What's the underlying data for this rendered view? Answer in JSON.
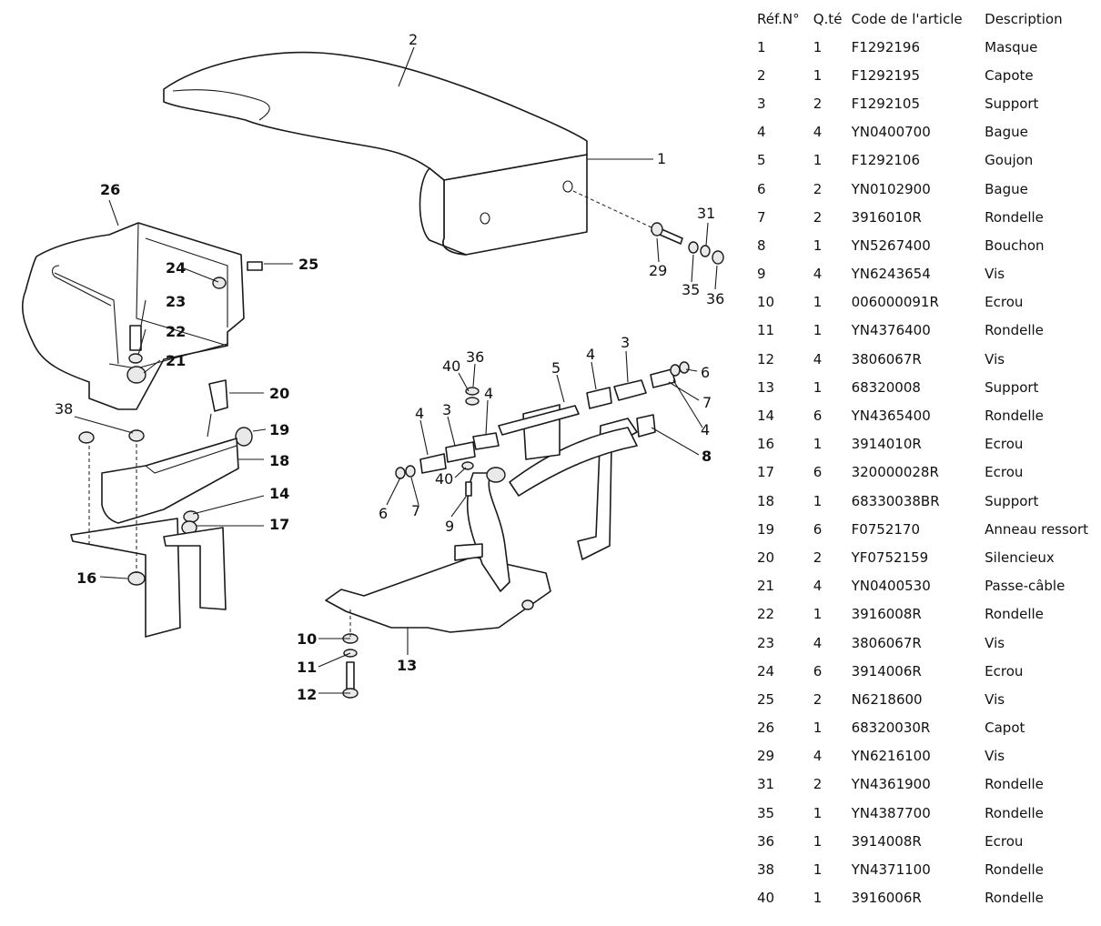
{
  "table": {
    "headers": {
      "ref": "Réf.N°",
      "qty": "Q.té",
      "code": "Code de l'article",
      "description": "Description"
    },
    "rows": [
      {
        "ref": "1",
        "qty": "1",
        "code": "F1292196",
        "description": "Masque"
      },
      {
        "ref": "2",
        "qty": "1",
        "code": "F1292195",
        "description": "Capote"
      },
      {
        "ref": "3",
        "qty": "2",
        "code": "F1292105",
        "description": "Support"
      },
      {
        "ref": "4",
        "qty": "4",
        "code": "YN0400700",
        "description": "Bague"
      },
      {
        "ref": "5",
        "qty": "1",
        "code": "F1292106",
        "description": "Goujon"
      },
      {
        "ref": "6",
        "qty": "2",
        "code": "YN0102900",
        "description": "Bague"
      },
      {
        "ref": "7",
        "qty": "2",
        "code": "3916010R",
        "description": "Rondelle"
      },
      {
        "ref": "8",
        "qty": "1",
        "code": "YN5267400",
        "description": "Bouchon"
      },
      {
        "ref": "9",
        "qty": "4",
        "code": "YN6243654",
        "description": "Vis"
      },
      {
        "ref": "10",
        "qty": "1",
        "code": "006000091R",
        "description": "Ecrou"
      },
      {
        "ref": "11",
        "qty": "1",
        "code": "YN4376400",
        "description": "Rondelle"
      },
      {
        "ref": "12",
        "qty": "4",
        "code": "3806067R",
        "description": "Vis"
      },
      {
        "ref": "13",
        "qty": "1",
        "code": "68320008",
        "description": "Support"
      },
      {
        "ref": "14",
        "qty": "6",
        "code": "YN4365400",
        "description": "Rondelle"
      },
      {
        "ref": "16",
        "qty": "1",
        "code": "3914010R",
        "description": "Ecrou"
      },
      {
        "ref": "17",
        "qty": "6",
        "code": "320000028R",
        "description": "Ecrou"
      },
      {
        "ref": "18",
        "qty": "1",
        "code": "68330038BR",
        "description": "Support"
      },
      {
        "ref": "19",
        "qty": "6",
        "code": "F0752170",
        "description": "Anneau ressort"
      },
      {
        "ref": "20",
        "qty": "2",
        "code": "YF0752159",
        "description": "Silencieux"
      },
      {
        "ref": "21",
        "qty": "4",
        "code": "YN0400530",
        "description": "Passe-câble"
      },
      {
        "ref": "22",
        "qty": "1",
        "code": "3916008R",
        "description": "Rondelle"
      },
      {
        "ref": "23",
        "qty": "4",
        "code": "3806067R",
        "description": "Vis"
      },
      {
        "ref": "24",
        "qty": "6",
        "code": "3914006R",
        "description": "Ecrou"
      },
      {
        "ref": "25",
        "qty": "2",
        "code": "N6218600",
        "description": "Vis"
      },
      {
        "ref": "26",
        "qty": "1",
        "code": "68320030R",
        "description": "Capot"
      },
      {
        "ref": "29",
        "qty": "4",
        "code": "YN6216100",
        "description": "Vis"
      },
      {
        "ref": "31",
        "qty": "2",
        "code": "YN4361900",
        "description": "Rondelle"
      },
      {
        "ref": "35",
        "qty": "1",
        "code": "YN4387700",
        "description": "Rondelle"
      },
      {
        "ref": "36",
        "qty": "1",
        "code": "3914008R",
        "description": "Ecrou"
      },
      {
        "ref": "38",
        "qty": "1",
        "code": "YN4371100",
        "description": "Rondelle"
      },
      {
        "ref": "40",
        "qty": "1",
        "code": "3916006R",
        "description": "Rondelle"
      }
    ]
  },
  "callouts": {
    "c1": "1",
    "c2": "2",
    "c26": "26",
    "c25": "25",
    "c24": "24",
    "c23": "23",
    "c22": "22",
    "c21": "21",
    "c20": "20",
    "c19": "19",
    "c18": "18",
    "c14": "14",
    "c17": "17",
    "c16": "16",
    "c38": "38",
    "c31": "31",
    "c29": "29",
    "c35": "35",
    "c36a": "36",
    "c36b": "36",
    "c40a": "40",
    "c40b": "40",
    "c4a": "4",
    "c4b": "4",
    "c4c": "4",
    "c4d": "4",
    "c3a": "3",
    "c3b": "3",
    "c5": "5",
    "c6a": "6",
    "c6b": "6",
    "c7a": "7",
    "c7b": "7",
    "c8": "8",
    "c9": "9",
    "c10": "10",
    "c11": "11",
    "c12": "12",
    "c13": "13"
  }
}
